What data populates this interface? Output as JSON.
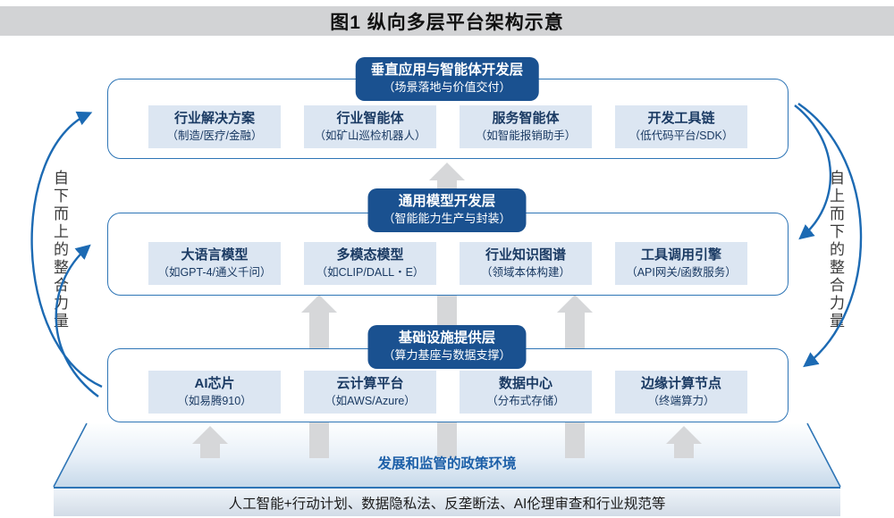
{
  "title": "图1  纵向多层平台架构示意",
  "layers": [
    {
      "name": "垂直应用与智能体开发层",
      "subtitle": "（场景落地与价值交付）",
      "items": [
        {
          "label": "行业解决方案",
          "note": "（制造/医疗/金融）"
        },
        {
          "label": "行业智能体",
          "note": "（如矿山巡检机器人）"
        },
        {
          "label": "服务智能体",
          "note": "（如智能报销助手）"
        },
        {
          "label": "开发工具链",
          "note": "（低代码平台/SDK）"
        }
      ]
    },
    {
      "name": "通用模型开发层",
      "subtitle": "（智能能力生产与封装）",
      "items": [
        {
          "label": "大语言模型",
          "note": "（如GPT-4/通义千问）"
        },
        {
          "label": "多模态模型",
          "note": "（如CLIP/DALL・E）"
        },
        {
          "label": "行业知识图谱",
          "note": "（领域本体构建）"
        },
        {
          "label": "工具调用引擎",
          "note": "（API网关/函数服务）"
        }
      ]
    },
    {
      "name": "基础设施提供层",
      "subtitle": "（算力基座与数据支撑）",
      "items": [
        {
          "label": "AI芯片",
          "note": "（如易腾910）"
        },
        {
          "label": "云计算平台",
          "note": "（如AWS/Azure）"
        },
        {
          "label": "数据中心",
          "note": "（分布式存储）"
        },
        {
          "label": "边缘计算节点",
          "note": "（终端算力）"
        }
      ]
    }
  ],
  "side_labels": {
    "left": "自下而上的整合力量",
    "right": "自上而下的整合力量"
  },
  "policy": {
    "environment": "发展和监管的政策环境",
    "regulations": "人工智能+行动计划、数据隐私法、反垄断法、AI伦理审查和行业规范等"
  },
  "colors": {
    "badge_blue": "#1a5190",
    "panel_border_blue": "#2e75b6",
    "item_bg_blue": "#dce6f2",
    "item_text_navy": "#1a3a63",
    "curved_arrow_blue": "#1c6ab3",
    "gray_arrow": "#d6d7d9",
    "title_band_gray": "#d2d3d5",
    "policy_text_blue": "#1c5fa8"
  }
}
